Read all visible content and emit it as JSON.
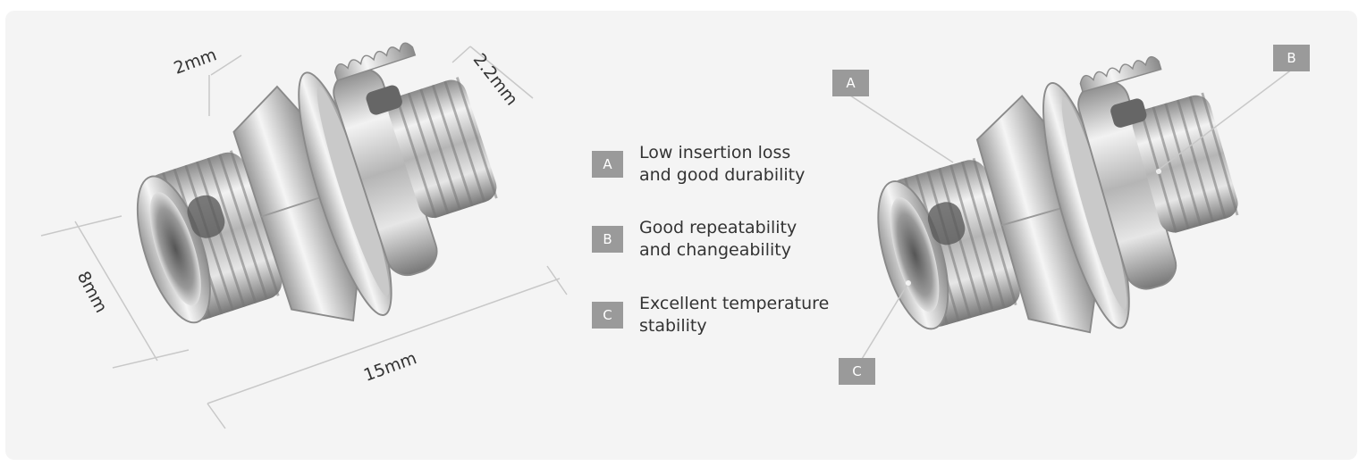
{
  "dimensions": {
    "groove_width": "2mm",
    "slot_width": "2.2mm",
    "diameter": "8mm",
    "length": "15mm"
  },
  "features": [
    {
      "badge": "A",
      "line1": "Low insertion loss",
      "line2": "and good durability"
    },
    {
      "badge": "B",
      "line1": "Good repeatability",
      "line2": "and changeability"
    },
    {
      "badge": "C",
      "line1": "Excellent temperature",
      "line2": "stability"
    }
  ],
  "callouts": [
    "A",
    "B",
    "C"
  ],
  "colors": {
    "panel_background": "#f4f4f4",
    "badge_fill": "#9a9a9a",
    "badge_text": "#ffffff",
    "text": "#333333",
    "metal_light": "#f2f2f2",
    "metal_dark": "#7a7a7a"
  }
}
